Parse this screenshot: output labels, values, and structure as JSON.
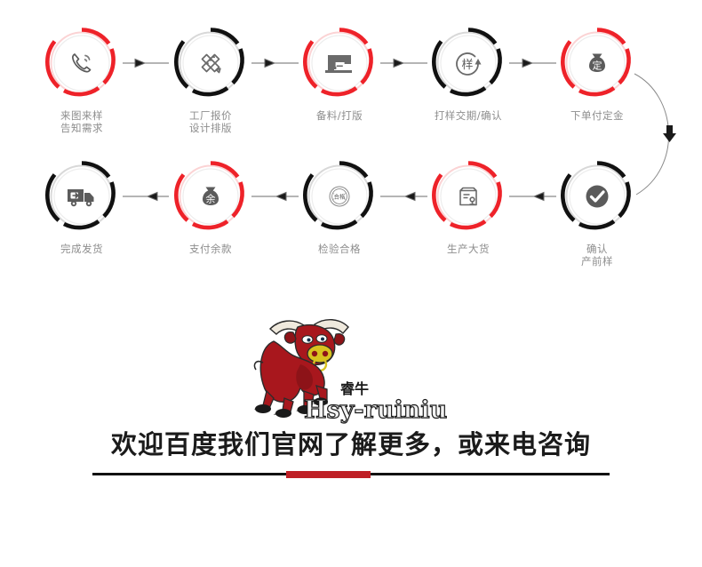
{
  "brand": {
    "accent_red": "#ee2229",
    "dark": "#262626",
    "label_gray": "#8d8d8d",
    "rule_red": "#bf2026"
  },
  "flow": {
    "title": "",
    "row1": [
      {
        "id": "step-1",
        "label": "来图来样\n告知需求",
        "icon": "phone-icon",
        "ring": "red"
      },
      {
        "id": "step-2",
        "label": "工厂报价\n设计排版",
        "icon": "ruler-pencil-icon",
        "ring": "black"
      },
      {
        "id": "step-3",
        "label": "备料/打版",
        "icon": "sewing-machine-icon",
        "ring": "red"
      },
      {
        "id": "step-4",
        "label": "打样交期/确认",
        "icon": "sample-refresh-icon",
        "ring": "black"
      },
      {
        "id": "step-5",
        "label": "下单付定金",
        "icon": "money-bag-deposit-icon",
        "ring": "red"
      }
    ],
    "row2": [
      {
        "id": "step-10",
        "label": "完成发货",
        "icon": "delivery-truck-icon",
        "ring": "black"
      },
      {
        "id": "step-9",
        "label": "支付余款",
        "icon": "money-bag-balance-icon",
        "ring": "red"
      },
      {
        "id": "step-8",
        "label": "检验合格",
        "icon": "quality-stamp-icon",
        "ring": "black"
      },
      {
        "id": "step-7",
        "label": "生产大货",
        "icon": "production-box-icon",
        "ring": "red"
      },
      {
        "id": "step-6",
        "label": "确认\n产前样",
        "icon": "check-mark-icon",
        "ring": "black"
      }
    ],
    "icon_glyphs": {
      "money-bag-deposit-icon": "定",
      "money-bag-balance-icon": "余",
      "sample-refresh-icon": "样",
      "quality-stamp-icon": "合格"
    },
    "arrow_directions": {
      "row1": "right",
      "row2": "left",
      "wrap": "down"
    }
  },
  "logo": {
    "name_cn": "睿牛",
    "name_en": "Hsy-ruiniu",
    "mascot": "red-bull-mascot"
  },
  "banner": {
    "text": "欢迎百度我们官网了解更多，或来电咨询"
  }
}
